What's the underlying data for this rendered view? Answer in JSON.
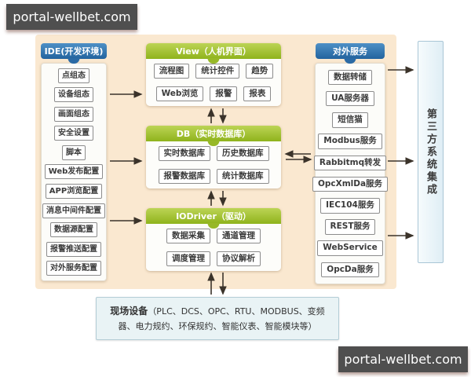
{
  "watermarks": {
    "top_left": "portal-wellbet.com",
    "bottom_right": "portal-wellbet.com"
  },
  "sections": {
    "ide": {
      "title": "IDE(开发环境)",
      "items": [
        "点组态",
        "设备组态",
        "画面组态",
        "安全设置",
        "脚本",
        "Web发布配置",
        "APP浏览配置",
        "消息中间件配置",
        "数据源配置",
        "报警推送配置",
        "对外服务配置"
      ]
    },
    "view": {
      "title": "View（人机界面）",
      "items": [
        "流程图",
        "统计控件",
        "趋势",
        "Web浏览",
        "报警",
        "报表"
      ]
    },
    "db": {
      "title": "DB（实时数据库）",
      "items": [
        "实时数据库",
        "历史数据库",
        "报警数据库",
        "统计数据库"
      ]
    },
    "iodriver": {
      "title": "IODriver（驱动）",
      "items": [
        "数据采集",
        "通道管理",
        "调度管理",
        "协议解析"
      ]
    },
    "services": {
      "title": "对外服务",
      "items": [
        "数据转储",
        "UA服务器",
        "短信猫",
        "Modbus服务",
        "Rabbitmq转发",
        "OpcXmlDa服务",
        "IEC104服务",
        "REST服务",
        "WebService",
        "OpcDa服务"
      ]
    },
    "third_party_label": "第三方系统集成",
    "field_devices": {
      "label": "现场设备",
      "detail": "（PLC、DCS、OPC、RTU、MODBUS、变频器、电力规约、环保规约、智能仪表、智能模块等）"
    }
  },
  "colors": {
    "blue_header": "#2f71ab",
    "green_header": "#9cbe2e",
    "board_background": "#fae8d0",
    "box_border": "#8c8c8c",
    "arrow": "#3b332a",
    "watermark_background": "#4f4f4f",
    "field_box_background": "#e9f3f5",
    "third_party_background": "#dfeef5"
  }
}
